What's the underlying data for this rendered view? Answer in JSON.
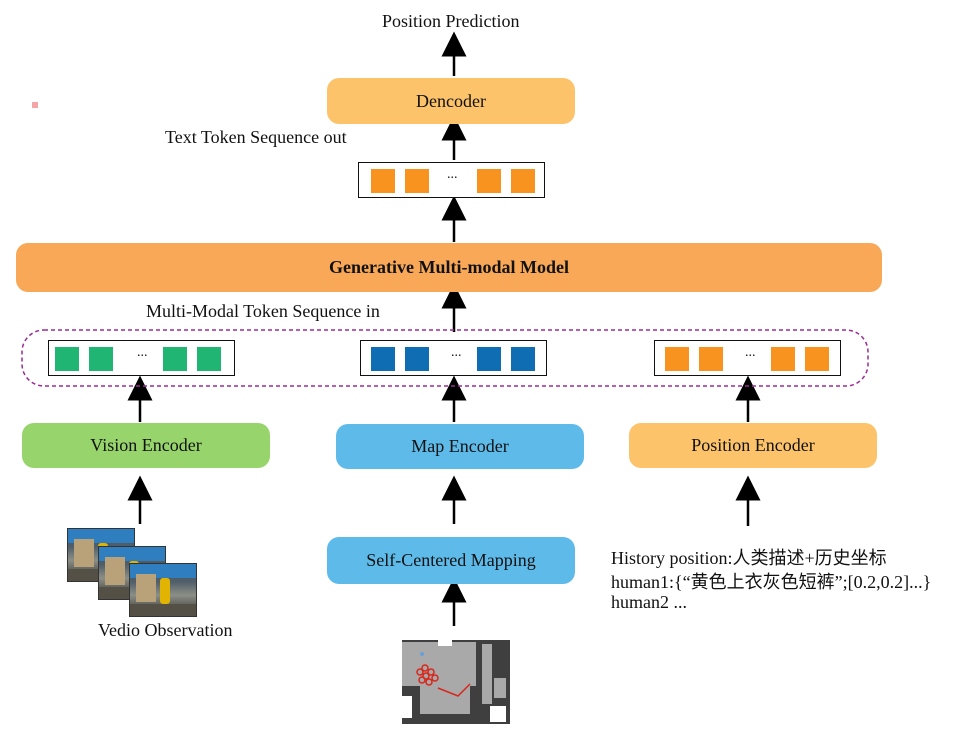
{
  "title_output": "Position Prediction",
  "decoder_label": "Dencoder",
  "text_seq_out_label": "Text Token Sequence out",
  "model_label": "Generative Multi-modal Model",
  "mm_seq_in_label": "Multi-Modal Token Sequence in",
  "ellipsis": "...",
  "encoders": {
    "vision": "Vision Encoder",
    "map": "Map Encoder",
    "position": "Position Encoder"
  },
  "self_centered_mapping": "Self-Centered Mapping",
  "vedio_observation": "Vedio Observation",
  "history": {
    "line1": "History position:人类描述+历史坐标",
    "line2": "human1:{“黄色上衣灰色短裤”;[0.2,0.2]...}",
    "line3": "human2 ..."
  },
  "colors": {
    "orange_box": "#fcc36a",
    "model_fill": "#f8a857",
    "green_box": "#98d46c",
    "blue_box": "#5ebbe9",
    "token_orange": "#f7931e",
    "token_green": "#21b574",
    "token_blue": "#0f6db3",
    "dashed_border": "#9b2c95"
  }
}
